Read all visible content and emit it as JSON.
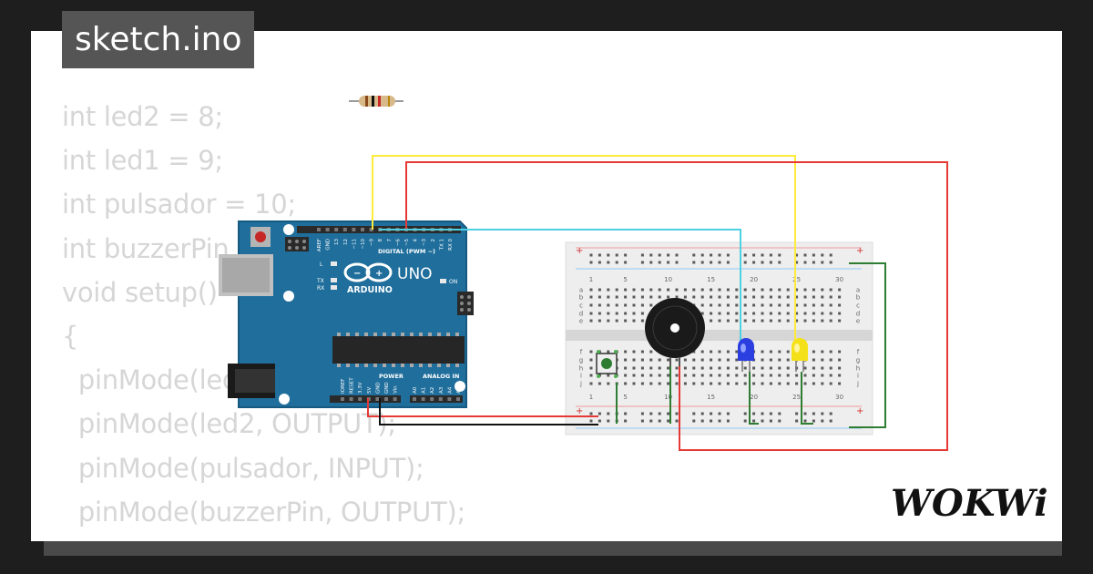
{
  "title": "sketch.ino",
  "code_lines": [
    "int led2 = 8;",
    "int led1 = 9;",
    "int pulsador = 10;",
    "int buzzerPin = 11;",
    "void setup()",
    "{",
    "  pinMode(led1, OUTPUT);",
    "  pinMode(led2, OUTPUT);",
    "  pinMode(pulsador, INPUT);",
    "  pinMode(buzzerPin, OUTPUT);",
    "}"
  ],
  "arduino": {
    "logo": "UNO",
    "brand": "ARDUINO",
    "digital_label": "DIGITAL (PWM ~)",
    "power_label": "POWER",
    "analog_label": "ANALOG IN",
    "led_labels": [
      "L",
      "TX",
      "RX"
    ],
    "on_label": "ON",
    "top_pins": [
      "AREF",
      "GND",
      "13",
      "12",
      "~11",
      "~10",
      "~9",
      "8",
      "7",
      "~6",
      "~5",
      "4",
      "~3",
      "2",
      "TX 1",
      "RX 0"
    ],
    "bottom_pins": [
      "IOREF",
      "RESET",
      "3.3V",
      "5V",
      "GND",
      "GND",
      "Vin",
      "A0",
      "A1",
      "A2",
      "A3",
      "A4",
      "A5"
    ]
  },
  "breadboard": {
    "column_numbers": [
      "1",
      "5",
      "10",
      "15",
      "20",
      "25",
      "30"
    ],
    "rows_top": [
      "a",
      "b",
      "c",
      "d",
      "e"
    ],
    "rows_bottom": [
      "f",
      "g",
      "h",
      "i",
      "j"
    ]
  },
  "brand": "WOKWi"
}
